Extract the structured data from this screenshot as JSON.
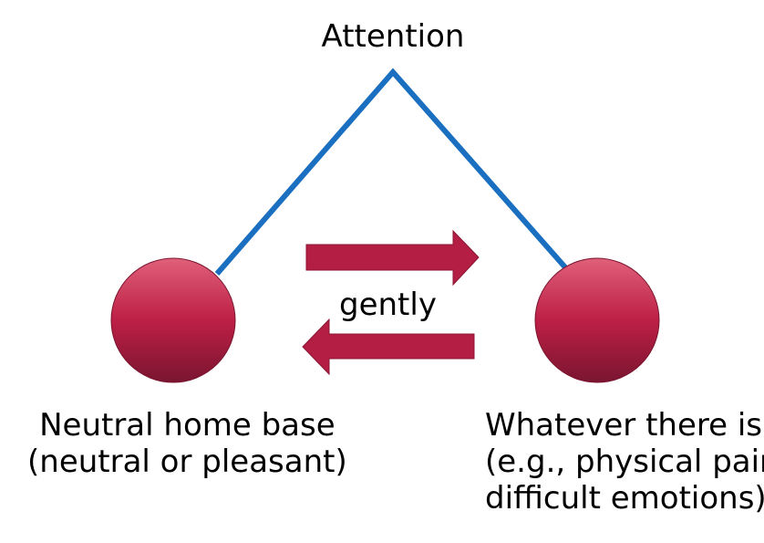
{
  "title": "Attention",
  "connector_label": "gently",
  "nodes": [
    {
      "id": "home",
      "label_lines": [
        "Neutral home base",
        "(neutral or pleasant)"
      ]
    },
    {
      "id": "whatever",
      "label_lines": [
        "Whatever there is",
        "(e.g., physical pain,",
        "difficult emotions)"
      ]
    }
  ],
  "colors": {
    "line": "#1a6fc0",
    "arrow": "#b41e44",
    "circle_top": "#e0607a",
    "circle_mid": "#bd1f45",
    "circle_bottom": "#7a1530"
  }
}
